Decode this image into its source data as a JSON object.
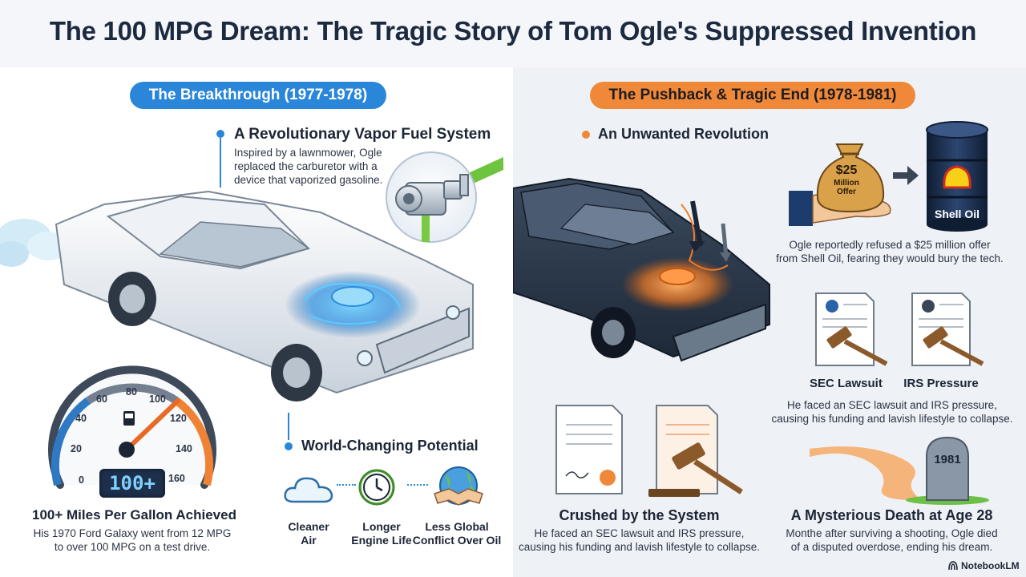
{
  "title": "The 100 MPG Dream: The Tragic Story of Tom Ogle's Suppressed Invention",
  "left": {
    "pill": "The Breakthrough (1977-1978)",
    "vapor": {
      "heading": "A Revolutionary Vapor Fuel System",
      "lines": [
        "Inspired by a lawnmower, Ogle",
        "replaced the carburetor with a",
        "device that vaporized gasoline."
      ]
    },
    "gauge": {
      "ticks": [
        "0",
        "20",
        "40",
        "60",
        "80",
        "100",
        "120",
        "140",
        "160"
      ],
      "display": "100+"
    },
    "mpg": {
      "heading": "100+ Miles Per Gallon Achieved",
      "lines": [
        "His 1970 Ford Galaxy went from 12 MPG",
        "to over 100 MPG on a test drive."
      ]
    },
    "potential": {
      "heading": "World-Changing Potential",
      "items": [
        {
          "line1": "Cleaner",
          "line2": "Air",
          "icon": "cloud-icon"
        },
        {
          "line1": "Longer",
          "line2": "Engine Life",
          "icon": "clock-icon"
        },
        {
          "line1": "Less Global",
          "line2": "Conflict Over Oil",
          "icon": "globe-handshake-icon"
        }
      ]
    }
  },
  "right": {
    "pill": "The Pushback & Tragic End (1978-1981)",
    "revolution": {
      "heading": "An Unwanted Revolution"
    },
    "offer": {
      "bag_amount": "$25",
      "bag_line1": "Million",
      "bag_line2": "Offer",
      "barrel_label": "Shell Oil",
      "lines": [
        "Ogle reportedly refused a $25 million offer",
        "from Shell Oil, fearing they would bury the tech."
      ]
    },
    "legal": {
      "sec_label": "SEC Lawsuit",
      "irs_label": "IRS Pressure",
      "lines": [
        "He faced an SEC lawsuit and IRS pressure,",
        "causing his funding and lavish lifestyle to collapse."
      ]
    },
    "crushed": {
      "heading": "Crushed by the System",
      "lines": [
        "He faced an SEC lawsuit and IRS pressure,",
        "causing his funding and lavish lifestyle to collapse."
      ]
    },
    "death": {
      "year": "1981",
      "heading": "A Mysterious Death at Age 28",
      "lines": [
        "Monthe after surviving a shooting, Ogle died",
        "of a disputed overdose, ending his dream."
      ]
    }
  },
  "brand": "NotebookLM",
  "colors": {
    "blue": "#2a86d8",
    "orange": "#f0883a",
    "navy": "#1b2a3f"
  }
}
